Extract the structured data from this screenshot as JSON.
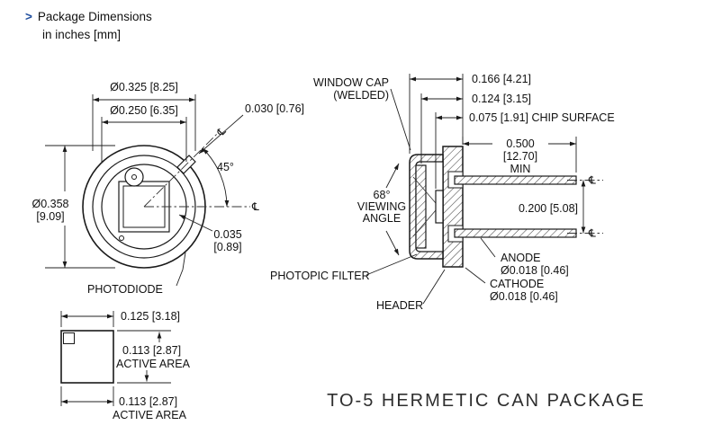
{
  "page": {
    "marker": ">",
    "header_line1": "Package Dimensions",
    "header_line2": "in inches [mm]",
    "footer_title": "TO-5 HERMETIC CAN PACKAGE"
  },
  "symbols": {
    "centerline": "℄"
  },
  "top_view": {
    "dia_outer_ring": "Ø0.325 [8.25]",
    "dia_inner_ring": "Ø0.250 [6.35]",
    "dia_body_in": "Ø0.358",
    "dia_body_mm": "[9.09]",
    "tab_angle": "45°",
    "tab_width": "0.030 [0.76]",
    "offset_in": "0.035",
    "offset_mm": "[0.89]",
    "photodiode": "PHOTODIODE"
  },
  "active_area": {
    "width": "0.125 [3.18]",
    "height": "0.113 [2.87]",
    "height_caption": "ACTIVE AREA",
    "width2": "0.113 [2.87]",
    "width2_caption": "ACTIVE AREA"
  },
  "side_view": {
    "window_cap_line1": "WINDOW CAP",
    "window_cap_line2": "(WELDED)",
    "dim_cap": "0.166 [4.21]",
    "dim_window": "0.124 [3.15]",
    "dim_chip": "0.075 [1.91] CHIP SURFACE",
    "lead_len_in": "0.500",
    "lead_len_mm": "[12.70]",
    "lead_len_min": "MIN",
    "lead_spacing": "0.200 [5.08]",
    "view_angle": "68°",
    "view_angle_l1": "VIEWING",
    "view_angle_l2": "ANGLE",
    "photopic_filter": "PHOTOPIC FILTER",
    "header": "HEADER",
    "anode": "ANODE",
    "anode_dia": "Ø0.018 [0.46]",
    "cathode": "CATHODE",
    "cathode_dia": "Ø0.018 [0.46]"
  }
}
